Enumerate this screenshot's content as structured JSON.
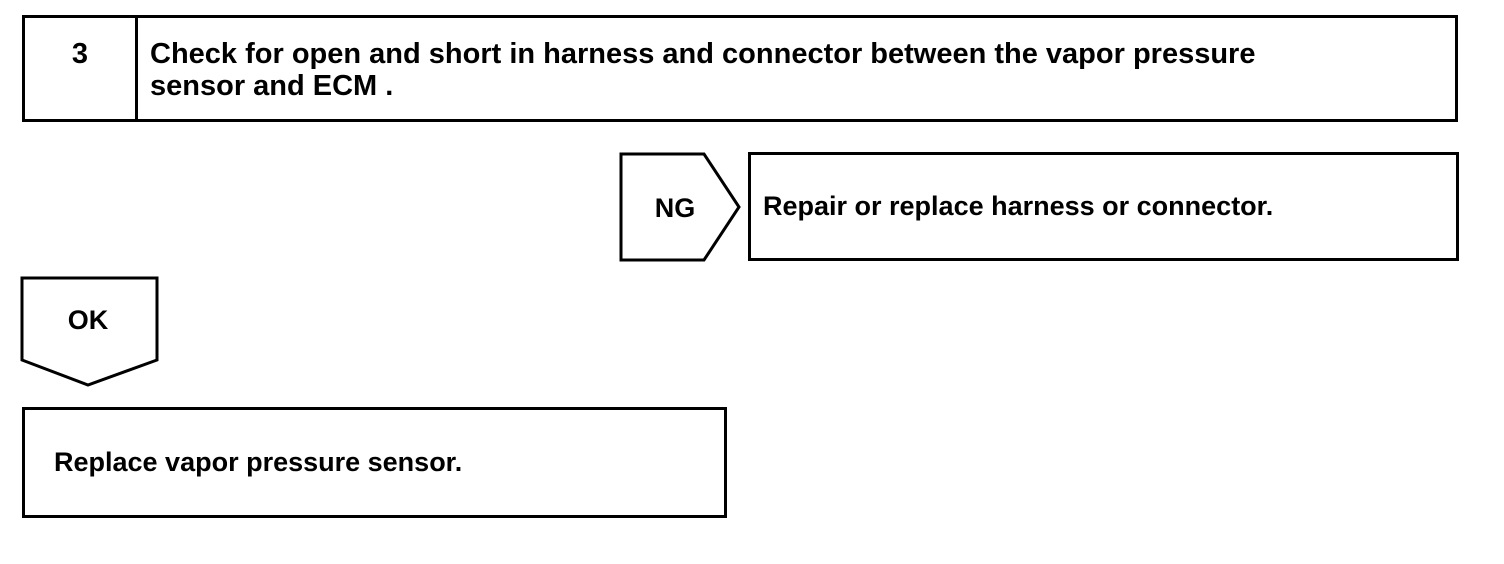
{
  "step": {
    "number": "3",
    "text_line1": "Check for open and short in harness and connector between the vapor pressure",
    "text_line2": "sensor and ECM ."
  },
  "ng_branch": {
    "label": "NG",
    "action": "Repair or replace harness or connector."
  },
  "ok_branch": {
    "label": "OK",
    "action": "Replace vapor pressure sensor."
  }
}
